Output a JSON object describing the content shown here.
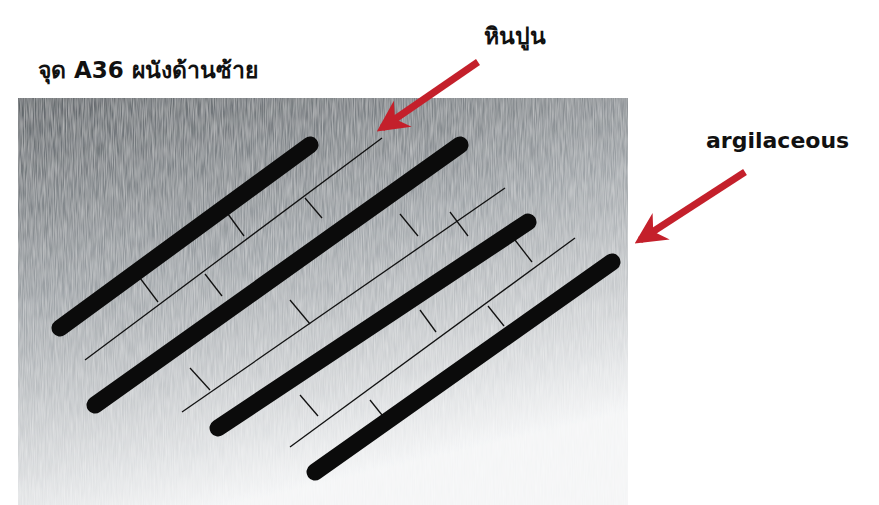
{
  "diagram": {
    "title": "จุด A36 ผนังด้านซ้าย",
    "labels": [
      "หินปูน",
      "argilaceous"
    ]
  }
}
